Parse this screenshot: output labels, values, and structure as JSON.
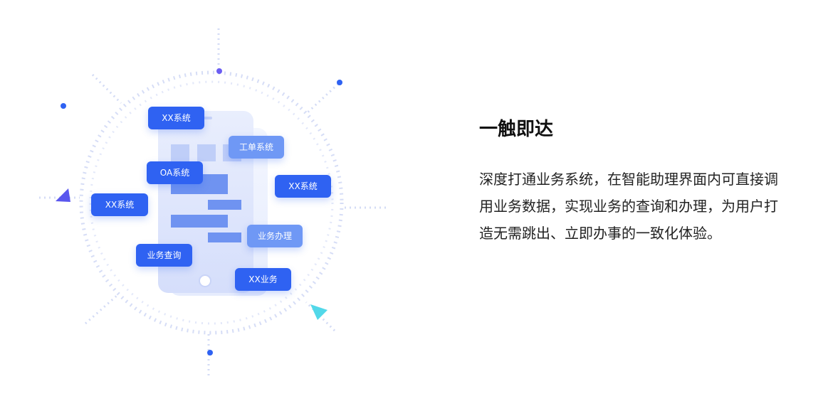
{
  "feature": {
    "title": "一触即达",
    "description": "深度打通业务系统，在智能助理界面内可直接调用业务数据，实现业务的查询和办理，为用户打造无需跳出、立即办事的一致化体验。"
  },
  "tags": [
    {
      "label": "XX系统",
      "style": "dark"
    },
    {
      "label": "工单系统",
      "style": "light"
    },
    {
      "label": "OA系统",
      "style": "dark"
    },
    {
      "label": "XX系统",
      "style": "dark"
    },
    {
      "label": "XX系统",
      "style": "dark"
    },
    {
      "label": "业务办理",
      "style": "light"
    },
    {
      "label": "业务查询",
      "style": "dark"
    },
    {
      "label": "XX业务",
      "style": "dark"
    }
  ],
  "colors": {
    "primary": "#2f62f2",
    "primary_light": "#6f98f5",
    "phone_body": "#dfe7fc",
    "ring_dash": "#d4dcf6",
    "accent_purple": "#5b5bf0",
    "accent_cyan": "#4fd6e8"
  }
}
